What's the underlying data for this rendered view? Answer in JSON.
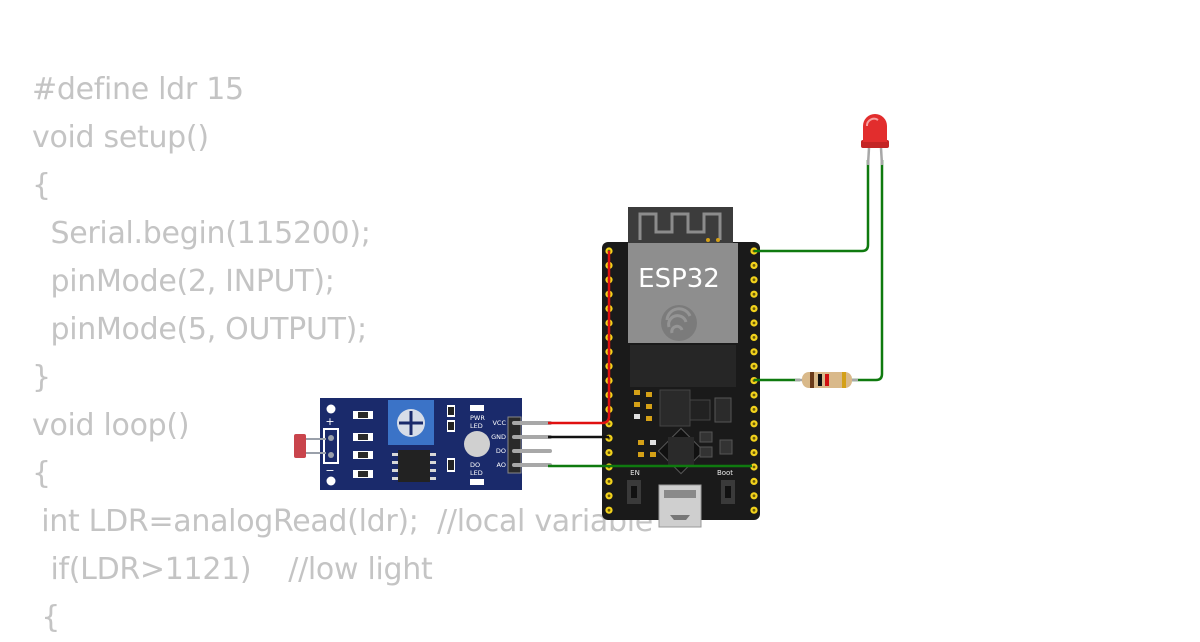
{
  "code_lines": [
    "#define ldr 15",
    "void setup()",
    "{",
    "  Serial.begin(115200);",
    "  pinMode(2, INPUT);",
    "  pinMode(5, OUTPUT);",
    "}",
    "void loop()",
    "{",
    " int LDR=analogRead(ldr);  //local variable",
    "  if(LDR>1121)    //low light",
    " {"
  ],
  "esp32": {
    "title": "ESP32",
    "en_label": "EN",
    "boot_label": "Boot"
  },
  "ldr_module": {
    "vcc": "VCC",
    "gnd": "GND",
    "do": "DO",
    "ao": "AO",
    "pwr_led_1": "PWR",
    "pwr_led_2": "LED",
    "do_led_1": "DO",
    "do_led_2": "LED",
    "plus": "+",
    "minus": "−"
  },
  "colors": {
    "wire_red": "#e01010",
    "wire_black": "#111111",
    "wire_green": "#0f7a0f",
    "board": "#1a1a1a",
    "module": "#1a2a6b",
    "led": "#e22d2d",
    "code_text": "#c4c4c4"
  }
}
